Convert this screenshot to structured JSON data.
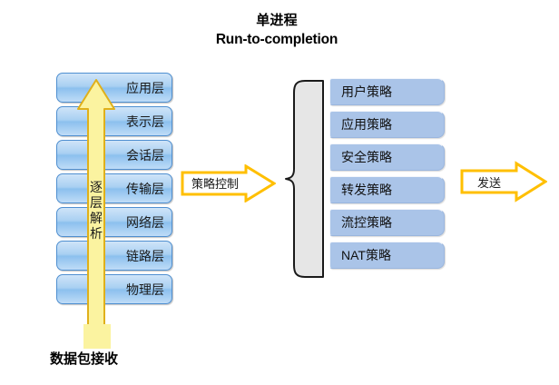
{
  "title": {
    "line1": "单进程",
    "line2": "Run-to-completion"
  },
  "osi_stack": {
    "name": "OSI protocol stack",
    "layers": [
      {
        "label": "应用层"
      },
      {
        "label": "表示层"
      },
      {
        "label": "会话层"
      },
      {
        "label": "传输层"
      },
      {
        "label": "网络层"
      },
      {
        "label": "链路层"
      },
      {
        "label": "物理层"
      }
    ]
  },
  "vertical_arrow": {
    "direction": "up",
    "chars": [
      "逐",
      "层",
      "解",
      "析"
    ],
    "text": "逐层解析",
    "fill_color": "#fbf3a0",
    "border_color": "#e0b01a"
  },
  "packet_receive": {
    "caption": "数据包接收",
    "marker_color": "#fbf3a0"
  },
  "policy_arrow": {
    "label": "策略控制",
    "fill_color": "#ffffff",
    "border_color": "#ffbf00"
  },
  "brace": {
    "name": "left-curly-brace",
    "fill_color": "#e6e6e6",
    "stroke_color": "#1a1a1a"
  },
  "policy_list": {
    "items": [
      {
        "label": "用户策略"
      },
      {
        "label": "应用策略"
      },
      {
        "label": "安全策略"
      },
      {
        "label": "转发策略"
      },
      {
        "label": "流控策略"
      },
      {
        "label": "NAT策略"
      }
    ],
    "box_color": "#aac4e8"
  },
  "send_arrow": {
    "label": "发送",
    "fill_color": "#ffffff",
    "border_color": "#ffbf00"
  },
  "colors": {
    "layer_gradient_top": "#cfe4f8",
    "layer_gradient_mid": "#8cc0ee",
    "layer_border": "#4f8fd0",
    "accent_yellow": "#ffbf00",
    "background": "#ffffff"
  }
}
